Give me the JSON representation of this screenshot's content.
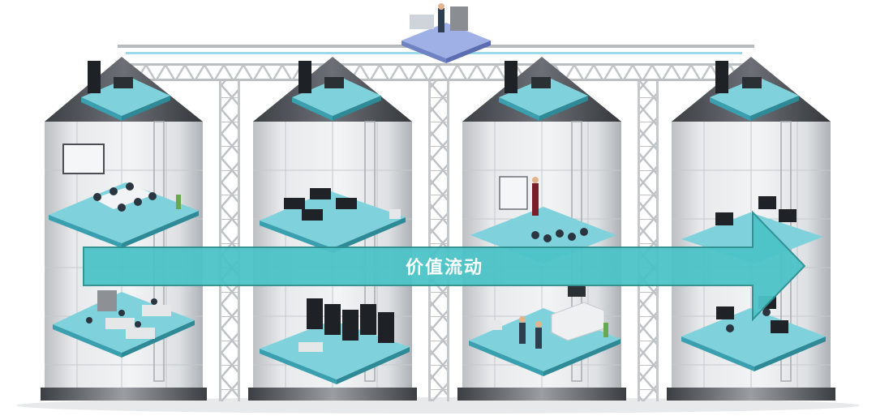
{
  "illustration": {
    "subject": "value-flow-silos",
    "arrow_label": "价值流动",
    "silo_count": 4
  },
  "colors": {
    "arrow_fill": "#4cc3c7",
    "arrow_stroke": "#2f8f93",
    "floor_top": "#7fd2dc",
    "floor_side": "#3a9fae",
    "silo_glass": "#d9dcdf",
    "truss": "#c9cbcd",
    "roof": "#4a4d52",
    "top_platform": "#8ea2e0"
  }
}
